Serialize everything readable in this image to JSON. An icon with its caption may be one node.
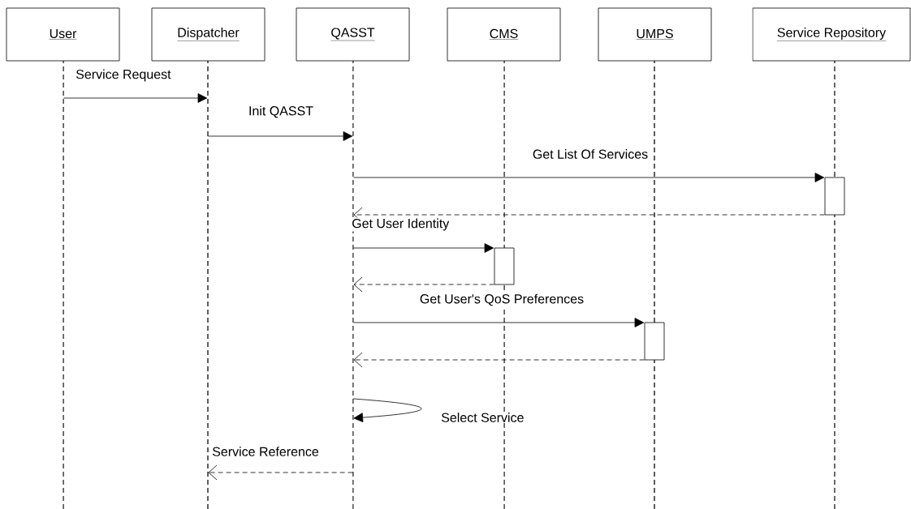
{
  "diagram": {
    "nodes": [
      {
        "text": [
          "User"
        ]
      },
      {
        "text": [
          "Dispatcher"
        ]
      },
      {
        "text": [
          "QASST"
        ]
      },
      {
        "text": [
          "CMS"
        ]
      },
      {
        "text": [
          "UMPS"
        ]
      },
      {
        "text": [
          "Service Repository"
        ]
      },
      {
        "text": [],
        "shape": "line"
      },
      {
        "text": [],
        "shape": "line"
      },
      {
        "text": [],
        "shape": "line"
      },
      {
        "text": [],
        "shape": "line"
      },
      {
        "text": [],
        "shape": "line"
      },
      {
        "text": [],
        "shape": "line"
      },
      {
        "text": [],
        "shape": "bar"
      },
      {
        "text": [],
        "shape": "bar"
      },
      {
        "text": [],
        "shape": "bar"
      }
    ],
    "edges": [
      {
        "from": 6,
        "to": 7,
        "arrow": "to",
        "label": "Service Request"
      },
      {
        "from": 7,
        "to": 8,
        "arrow": "to",
        "label": "Init QASST"
      },
      {
        "from": 8,
        "to": 12,
        "arrow": "to",
        "label": "Get List Of Services"
      },
      {
        "from": 12,
        "to": 8,
        "arrow": "to",
        "style": "dashed"
      },
      {
        "from": 8,
        "to": 13,
        "arrow": "to",
        "label": "Get User Identity"
      },
      {
        "from": 13,
        "to": 8,
        "arrow": "to",
        "style": "dashed"
      },
      {
        "from": 8,
        "to": 14,
        "arrow": "to",
        "label": "Get User's QoS Preferences"
      },
      {
        "from": 14,
        "to": 8,
        "arrow": "to",
        "style": "dashed"
      },
      {
        "from": 8,
        "to": 8,
        "arrow": "to",
        "label": "Select Service"
      },
      {
        "from": 8,
        "to": 7,
        "arrow": "to",
        "style": "dashed",
        "label": "Service Reference"
      }
    ]
  }
}
